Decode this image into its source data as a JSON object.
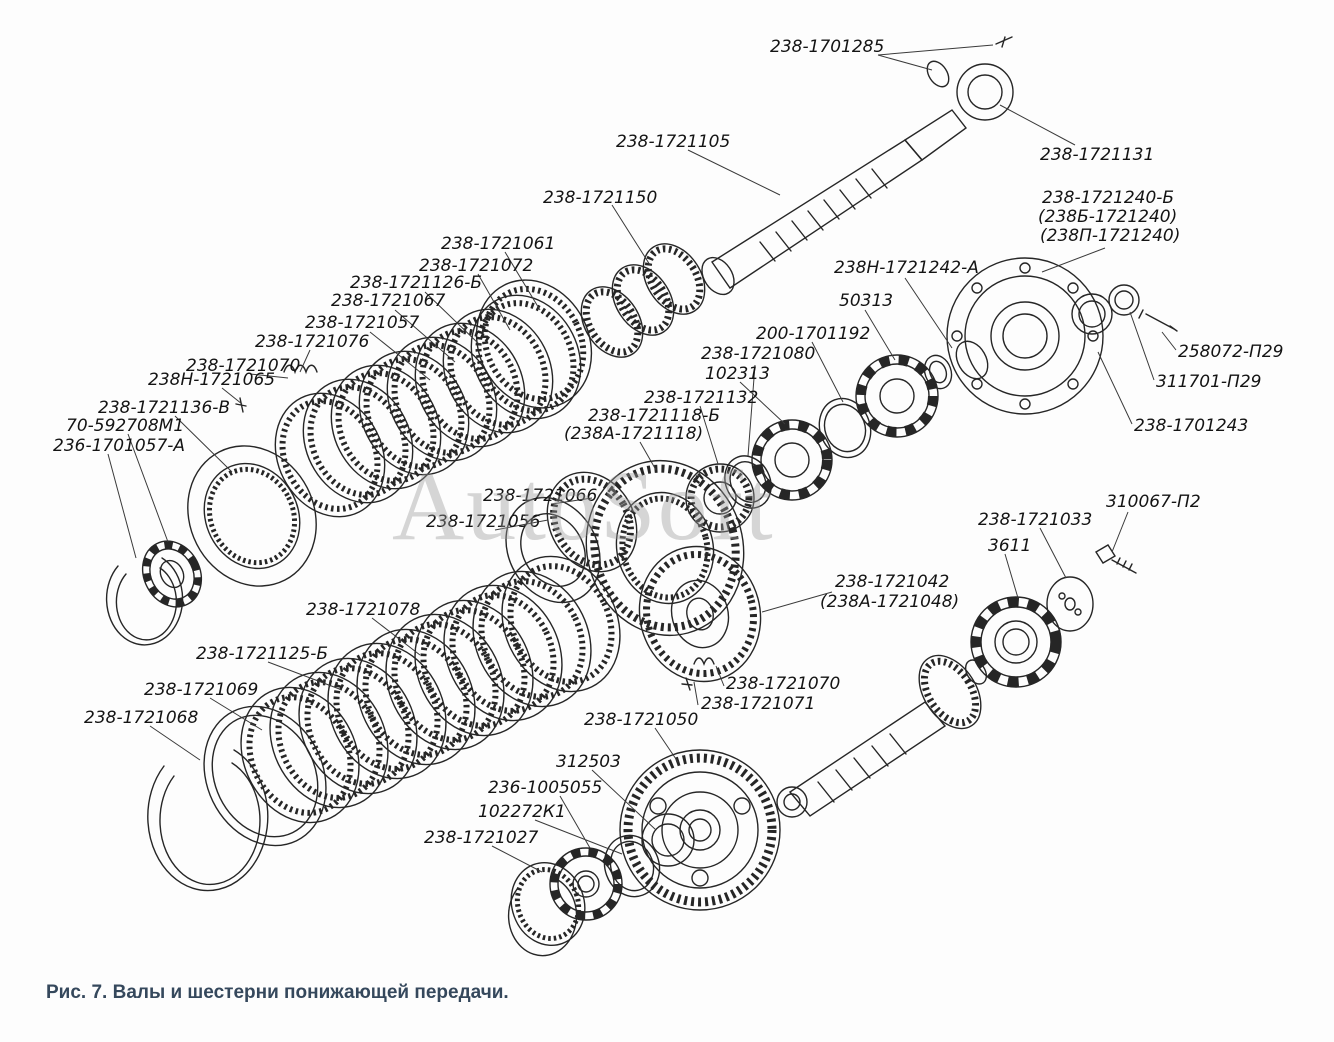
{
  "figure": {
    "caption": "Рис. 7. Валы и шестерни понижающей передачи.",
    "watermark": "AutoSoft",
    "line_color": "#262626",
    "caption_color": "#35485c"
  },
  "labels": [
    {
      "text": "238-1701285"
    },
    {
      "text": "238-1721105"
    },
    {
      "text": "238-1721131"
    },
    {
      "text": "238-1721150"
    },
    {
      "text": "238-1721240-Б"
    },
    {
      "text": "(238Б-1721240)"
    },
    {
      "text": "(238П-1721240)"
    },
    {
      "text": "238-1721061"
    },
    {
      "text": "238-1721072"
    },
    {
      "text": "238Н-1721242-А"
    },
    {
      "text": "238-1721126-Б"
    },
    {
      "text": "238-1721067"
    },
    {
      "text": "50313"
    },
    {
      "text": "238-1721057"
    },
    {
      "text": "238-1721076"
    },
    {
      "text": "200-1701192"
    },
    {
      "text": "238-1721080"
    },
    {
      "text": "238-1721070"
    },
    {
      "text": "102313"
    },
    {
      "text": "238Н-1721065"
    },
    {
      "text": "258072-П29"
    },
    {
      "text": "311701-П29"
    },
    {
      "text": "238-1721136-В"
    },
    {
      "text": "238-1721132"
    },
    {
      "text": "70-592708М1"
    },
    {
      "text": "238-1721118-Б"
    },
    {
      "text": "(238А-1721118)"
    },
    {
      "text": "236-1701057-А"
    },
    {
      "text": "238-1701243"
    },
    {
      "text": "238-1721066"
    },
    {
      "text": "238-1721056"
    },
    {
      "text": "310067-П2"
    },
    {
      "text": "238-1721033"
    },
    {
      "text": "3611"
    },
    {
      "text": "238-1721042"
    },
    {
      "text": "(238А-1721048)"
    },
    {
      "text": "238-1721078"
    },
    {
      "text": "238-1721125-Б"
    },
    {
      "text": "238-1721070"
    },
    {
      "text": "238-1721069"
    },
    {
      "text": "238-1721071"
    },
    {
      "text": "238-1721068"
    },
    {
      "text": "238-1721050"
    },
    {
      "text": "312503"
    },
    {
      "text": "236-1005055"
    },
    {
      "text": "102272К1"
    },
    {
      "text": "238-1721027"
    }
  ]
}
